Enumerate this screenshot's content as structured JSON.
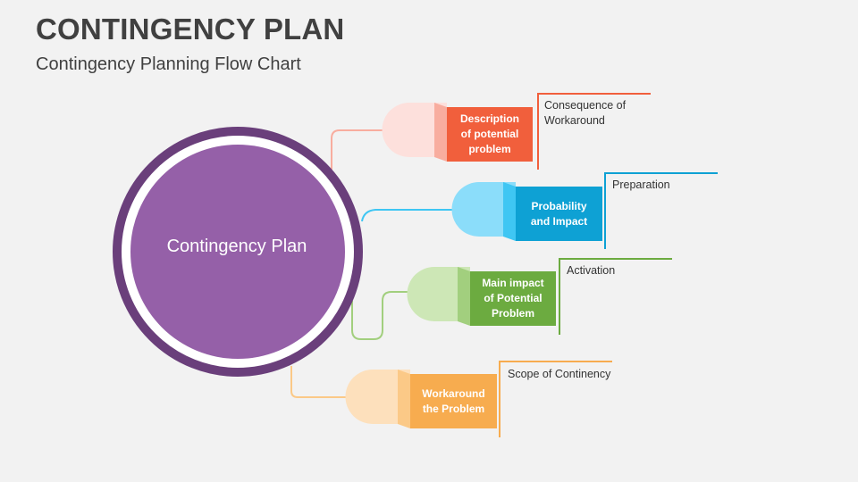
{
  "header": {
    "title": "CONTINGENCY PLAN",
    "subtitle": "Contingency Planning Flow Chart"
  },
  "center": {
    "label": "Contingency Plan",
    "color": "#9560a8",
    "ring_color": "#6a3f7b"
  },
  "items": [
    {
      "label": "Description\nof potential\nproblem",
      "note": "Consequence of\nWorkaround",
      "color": "#f15f3c",
      "light_color": "#fde0dc",
      "mid_color": "#f8ad9f"
    },
    {
      "label": "Probability\nand Impact",
      "note": "Preparation",
      "color": "#0ea1d4",
      "light_color": "#8bddfa",
      "mid_color": "#3fc6f3"
    },
    {
      "label": "Main impact\nof Potential\nProblem",
      "note": "Activation",
      "color": "#6cab40",
      "light_color": "#cde7b6",
      "mid_color": "#a2cf7e"
    },
    {
      "label": "Workaround\nthe Problem",
      "note": "Scope of Continency",
      "color": "#f7ac4f",
      "light_color": "#fde0bc",
      "mid_color": "#fbc987"
    }
  ]
}
